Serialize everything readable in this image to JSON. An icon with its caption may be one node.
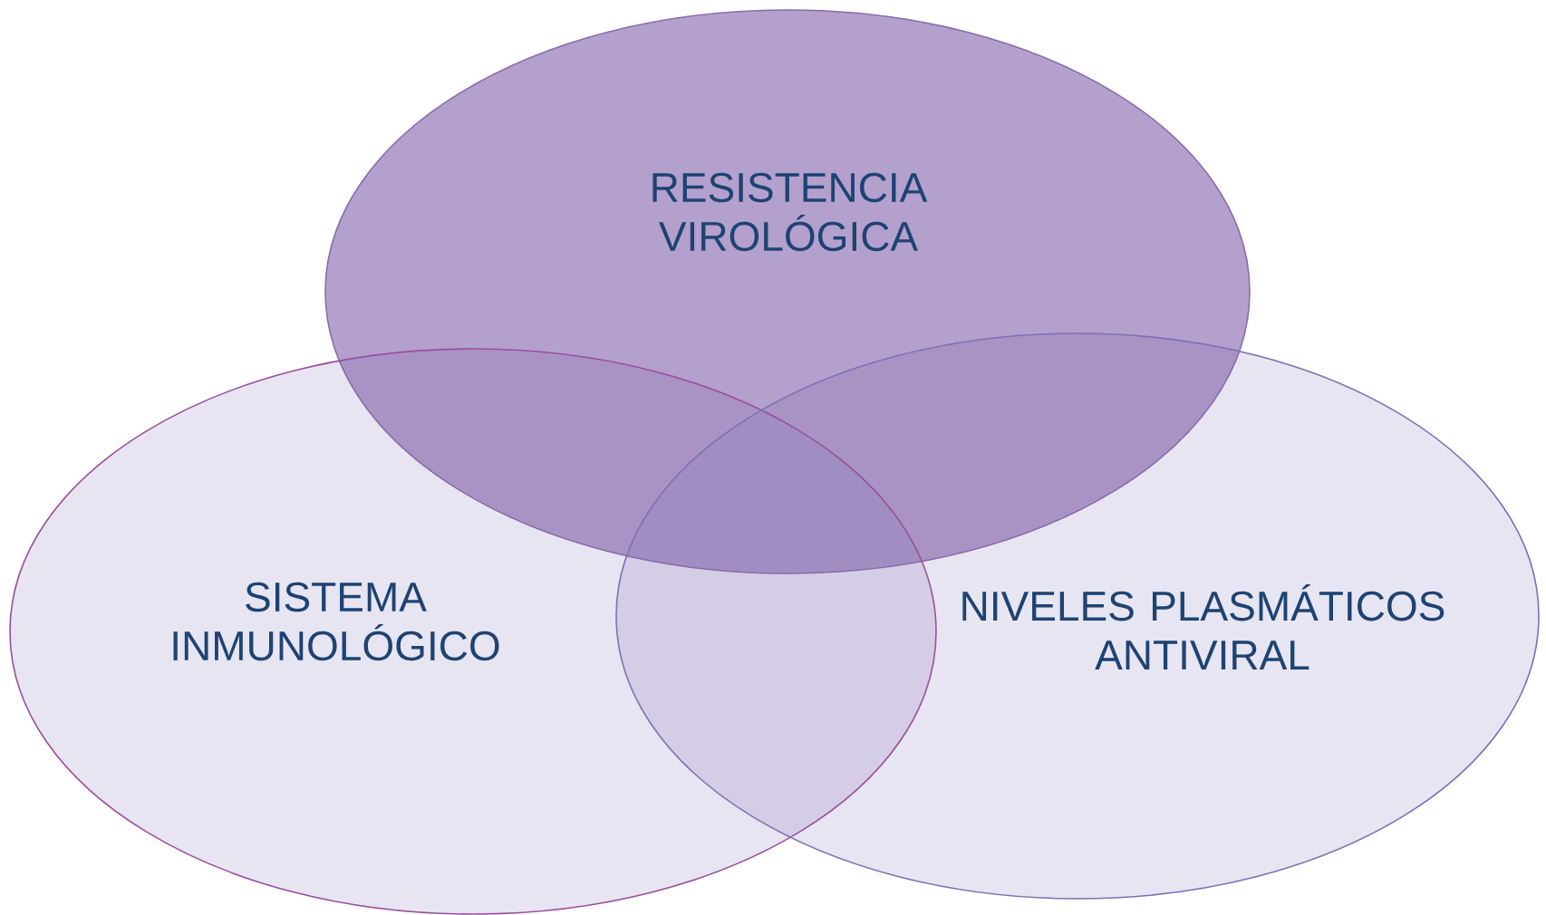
{
  "diagram": {
    "nodes": [
      {
        "text": [
          "RESISTENCIA VIROLÓGICA"
        ]
      },
      {
        "text": [
          "SISTEMA INMUNOLÓGICO"
        ]
      },
      {
        "text": [
          "NIVELES PLASMÁTICOS ANTIVIRAL"
        ]
      }
    ]
  }
}
